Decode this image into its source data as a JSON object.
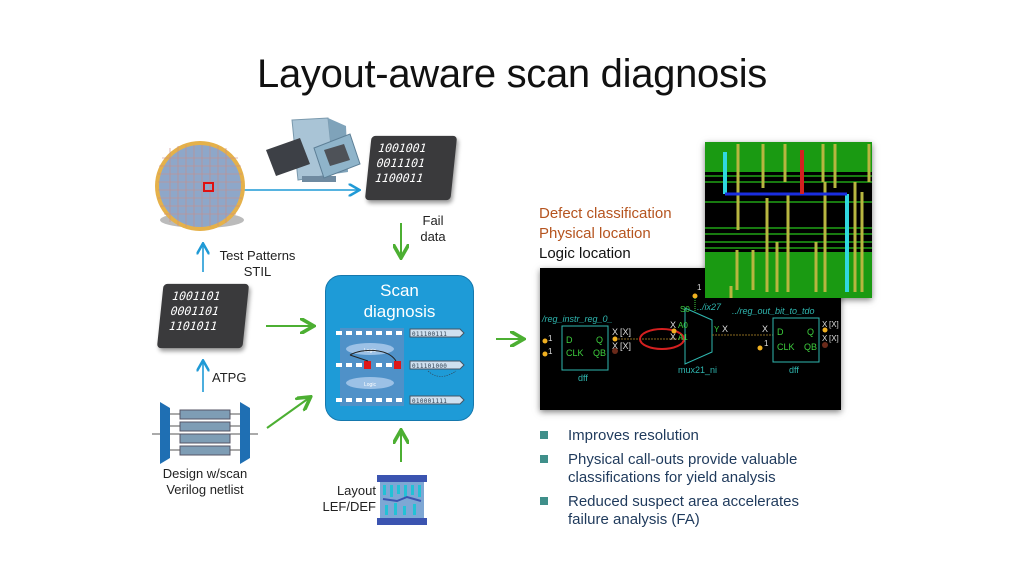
{
  "slide": {
    "title": "Layout-aware scan diagnosis"
  },
  "flow": {
    "test_patterns_label": [
      "Test Patterns",
      "STIL"
    ],
    "fail_data_label": [
      "Fail",
      "data"
    ],
    "atpg_label": "ATPG",
    "design_label": [
      "Design w/scan",
      "Verilog netlist"
    ],
    "layout_label": [
      "Layout",
      "LEF/DEF"
    ],
    "pattern_bits": [
      "1001101",
      "0001101",
      "1101011"
    ],
    "fail_bits": [
      "1001001",
      "0011101",
      "1100011"
    ],
    "scan_diagnosis_title": [
      "Scan",
      "diagnosis"
    ],
    "scan_chain_values": [
      "011100111",
      "011101000",
      "010001111"
    ],
    "logic_label": "Logic",
    "failures_label": "Failures"
  },
  "results": {
    "annotations": [
      {
        "text": "Defect classification",
        "color": "#b5541f"
      },
      {
        "text": "Physical location",
        "color": "#b5541f"
      },
      {
        "text": "Logic location",
        "color": "#111111"
      }
    ],
    "schematic": {
      "left_instance": "/reg_instr_reg_0_",
      "mux_instance": "../ix27",
      "mux_cell": "mux21_ni",
      "right_instance": "../reg_out_bit_to_tdo",
      "flop_cell": "dff",
      "pins": {
        "d": "D",
        "q": "Q",
        "clk": "CLK",
        "qb": "QB",
        "a0": "A0",
        "a1": "A1",
        "s0": "S0",
        "y": "Y"
      },
      "values": {
        "one": "1",
        "x": "X",
        "xb": "[X]"
      }
    },
    "bullets": [
      [
        "Improves resolution"
      ],
      [
        "Physical call-outs provide valuable",
        "classifications for yield analysis"
      ],
      [
        "Reduced suspect area accelerates",
        "failure analysis (FA)"
      ]
    ]
  },
  "colors": {
    "blue_arrow": "#1f9ad6",
    "green_arrow": "#4caf32",
    "scan_box": "#1e9bd7",
    "bullet": "#3f8f8a",
    "annotation_orange": "#b5541f",
    "defect_circle": "#d42020"
  }
}
